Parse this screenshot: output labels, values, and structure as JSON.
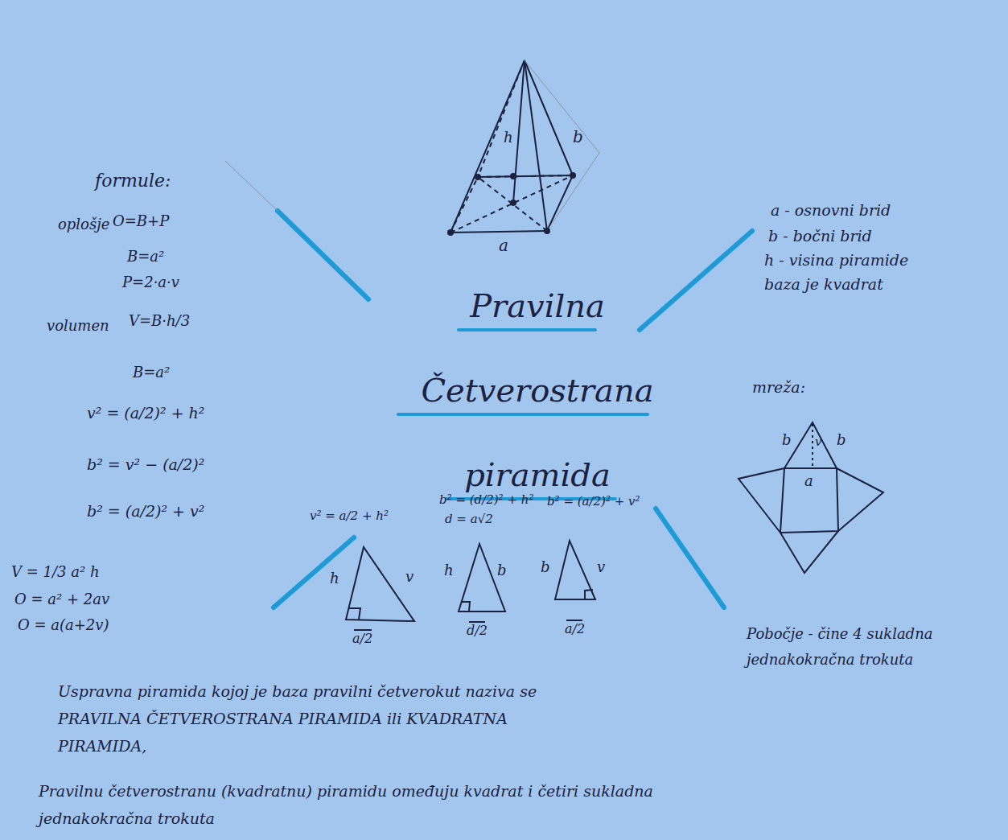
{
  "diagram": {
    "title": "Pravilna Četverostrana piramida",
    "labels": [
      "formule:",
      "oplošje",
      "O=B+P",
      "B=a²",
      "P=2·a·v",
      "volumen",
      "V=B·h/3",
      "B=a²",
      "v² = (a/2)² + h²",
      "b² = v² − (a/2)²",
      "b² = (a/2)² + v²",
      "V = 1/3 a² h",
      "O = a² + 2av",
      "O = a(a+2v)",
      "v² = a/2 + h²",
      "b² = (d/2)² + h²",
      "d = a√2",
      "b² = (a/2)² + v²",
      "h",
      "v",
      "a/2",
      "h",
      "b",
      "d/2",
      "b",
      "v",
      "a/2",
      "h",
      "b",
      "a",
      "a - osnovni brid",
      "b - bočni brid",
      "h - visina piramide",
      "baza je kvadrat",
      "mreža:",
      "b",
      "b",
      "v",
      "a",
      "Pobočje - čine 4 sukladna jednakokračna trokuta",
      "Uspravna piramida kojoj je baza pravilni četverokut naziva se PRAVILNA ČETVEROSTRANA PIRAMIDA ili KVADRATNA PIRAMIDA,",
      "Pravilnu četverostranu (kvadratnu) piramidu omeđuju kvadrat i četiri sukladna jednakokračna trokuta"
    ]
  }
}
